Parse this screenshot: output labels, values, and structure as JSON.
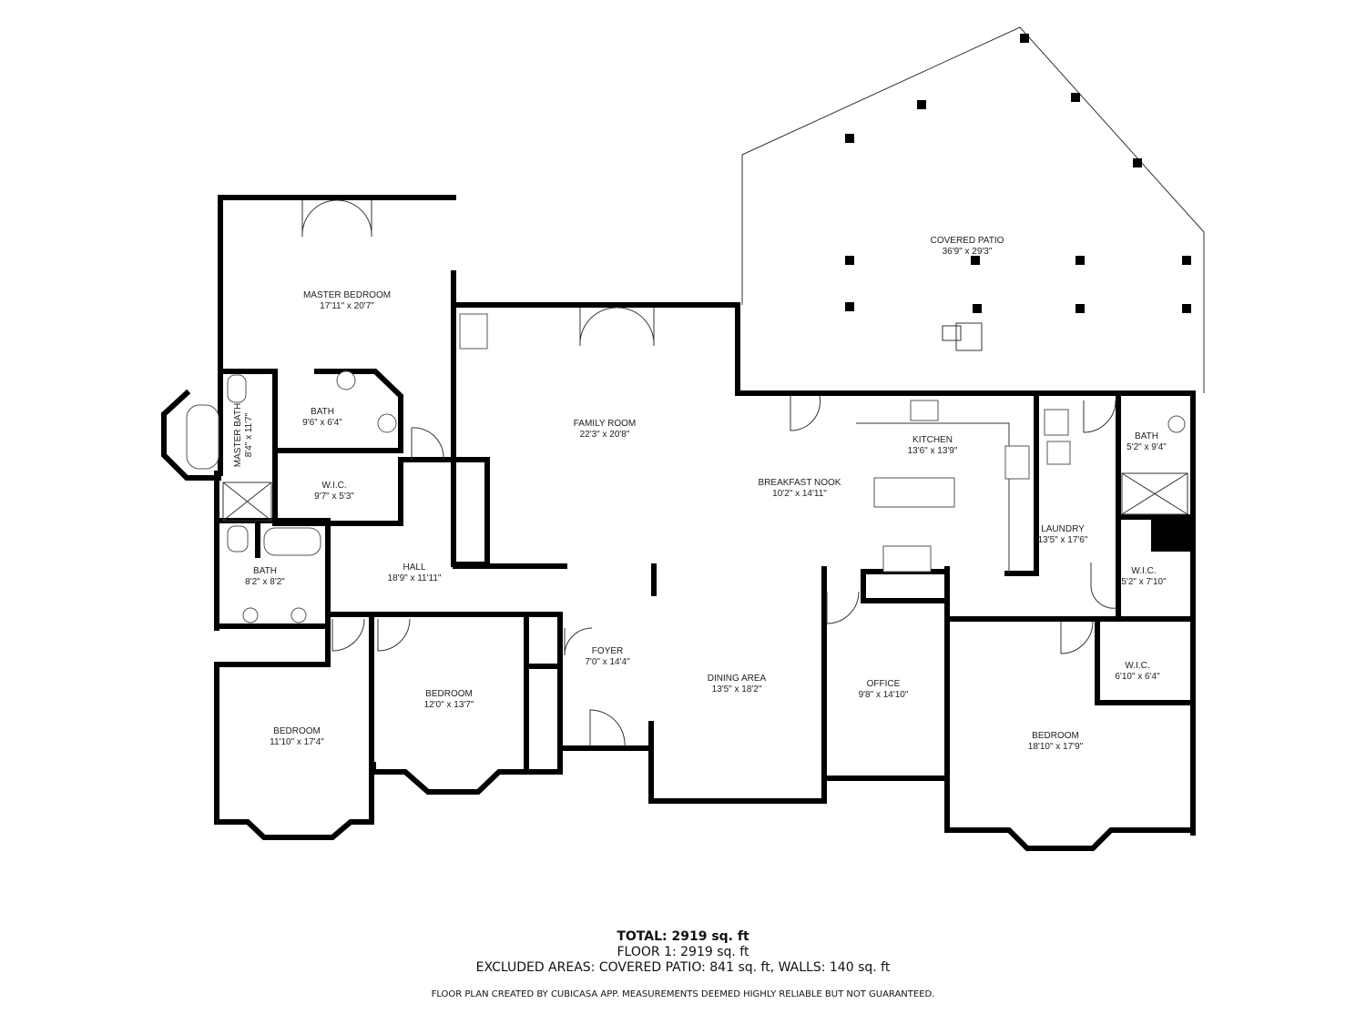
{
  "rooms": [
    {
      "name": "COVERED PATIO",
      "size": "36'9\" x 29'3\""
    },
    {
      "name": "MASTER BEDROOM",
      "size": "17'11\" x 20'7\""
    },
    {
      "name": "FAMILY ROOM",
      "size": "22'3\" x 20'8\""
    },
    {
      "name": "KITCHEN",
      "size": "13'6\" x 13'9\""
    },
    {
      "name": "BREAKFAST NOOK",
      "size": "10'2\" x 14'11\""
    },
    {
      "name": "MASTER BATH",
      "size": "8'4\" x 11'7\""
    },
    {
      "name": "BATH",
      "size": "9'6\" x 6'4\""
    },
    {
      "name": "W.I.C.",
      "size": "9'7\" x 5'3\""
    },
    {
      "name": "BATH",
      "size": "8'2\" x 8'2\""
    },
    {
      "name": "HALL",
      "size": "18'9\" x 11'11\""
    },
    {
      "name": "LAUNDRY",
      "size": "13'5\" x 17'6\""
    },
    {
      "name": "BATH",
      "size": "5'2\" x 9'4\""
    },
    {
      "name": "W.I.C.",
      "size": "5'2\" x 7'10\""
    },
    {
      "name": "FOYER",
      "size": "7'0\" x 14'4\""
    },
    {
      "name": "BEDROOM",
      "size": "12'0\" x 13'7\""
    },
    {
      "name": "BEDROOM",
      "size": "11'10\" x 17'4\""
    },
    {
      "name": "DINING AREA",
      "size": "13'5\" x 18'2\""
    },
    {
      "name": "OFFICE",
      "size": "9'8\" x 14'10\""
    },
    {
      "name": "W.I.C.",
      "size": "6'10\" x 6'4\""
    },
    {
      "name": "BEDROOM",
      "size": "18'10\" x 17'9\""
    }
  ],
  "summary": {
    "total": "TOTAL: 2919 sq. ft",
    "floor": "FLOOR 1: 2919 sq. ft",
    "excluded": "EXCLUDED AREAS: COVERED PATIO: 841 sq. ft, WALLS: 140 sq. ft"
  },
  "disclaimer": "FLOOR PLAN CREATED BY CUBICASA APP. MEASUREMENTS DEEMED HIGHLY RELIABLE BUT NOT GUARANTEED."
}
